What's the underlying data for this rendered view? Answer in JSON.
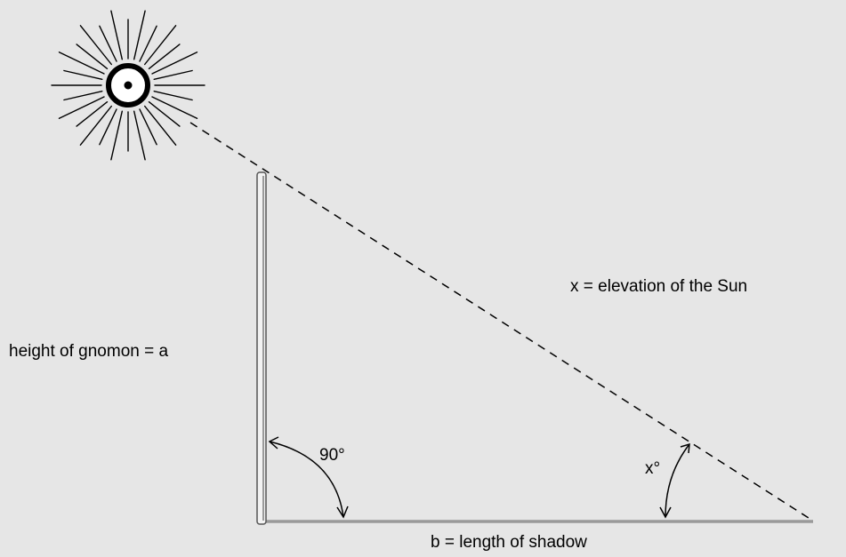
{
  "labels": {
    "height": "height of gnomon = a",
    "shadow": "b = length of shadow",
    "elevation": "x = elevation of the Sun",
    "right_angle": "90°",
    "elevation_angle": "x°"
  },
  "colors": {
    "background": "#e6e6e6",
    "lines": "#000000",
    "gnomon_fill": "#f2f2f2",
    "gnomon_stroke": "#555555",
    "ground": "#9a9a9a"
  },
  "icons": {
    "sun": "sun-icon"
  }
}
